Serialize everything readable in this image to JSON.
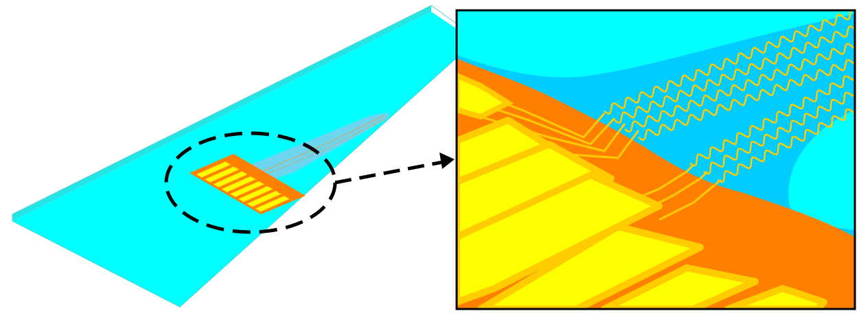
{
  "figure": {
    "description_visible_text": ""
  },
  "colors": {
    "substrate": "#00ffff",
    "substrate_edge": "#5ad1d1",
    "encapsulation_blue": "#00ccff",
    "encapsulation_light": "#33ddff",
    "polyimide_orange": "#ff8000",
    "electrode_gold": "#ffcc00",
    "electrode_yellow": "#ffff00",
    "callout_stroke": "#000000",
    "inset_border": "#000000"
  },
  "elements": {
    "substrate": "flat-substrate",
    "device": "flexible-electrode-array",
    "callout": "dashed-ellipse-with-arrow",
    "inset": "zoomed-interconnect-view"
  }
}
